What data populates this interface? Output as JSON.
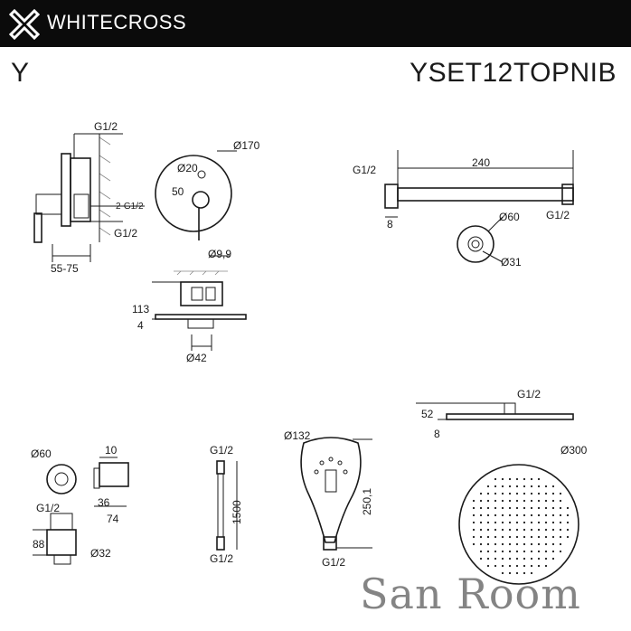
{
  "header": {
    "brand": "WHITECROSS",
    "logo_icon": "whitecross-cross-icon"
  },
  "series_letter": "Y",
  "model_code": "YSET12TOPNIB",
  "mixer_side": {
    "top": "G1/2",
    "ports": "2-G1/2",
    "bottom": "G1/2",
    "depth": "55-75"
  },
  "mixer_front": {
    "plate": "Ø170",
    "knob": "Ø20",
    "offset": "50",
    "lever": "Ø9,9"
  },
  "mixer_body": {
    "height": "113",
    "plate": "4",
    "diameter": "Ø42"
  },
  "shower_arm": {
    "inlet": "G1/2",
    "length": "240",
    "outlet": "G1/2",
    "flange": "8",
    "rosette": "Ø60",
    "tube": "Ø31"
  },
  "wall_outlet": {
    "diameter": "Ø60",
    "thread": "G1/2",
    "height": "88",
    "bracket_d": "Ø32",
    "w10": "10",
    "h36": "36",
    "d74": "74"
  },
  "hose": {
    "top": "G1/2",
    "length": "1500",
    "bottom": "G1/2"
  },
  "hand_shower": {
    "head": "Ø132",
    "length": "250,1",
    "thread": "G1/2"
  },
  "rain_shower": {
    "thread": "G1/2",
    "height": "52",
    "plate": "8",
    "diameter": "Ø300"
  },
  "watermark": "San Room"
}
